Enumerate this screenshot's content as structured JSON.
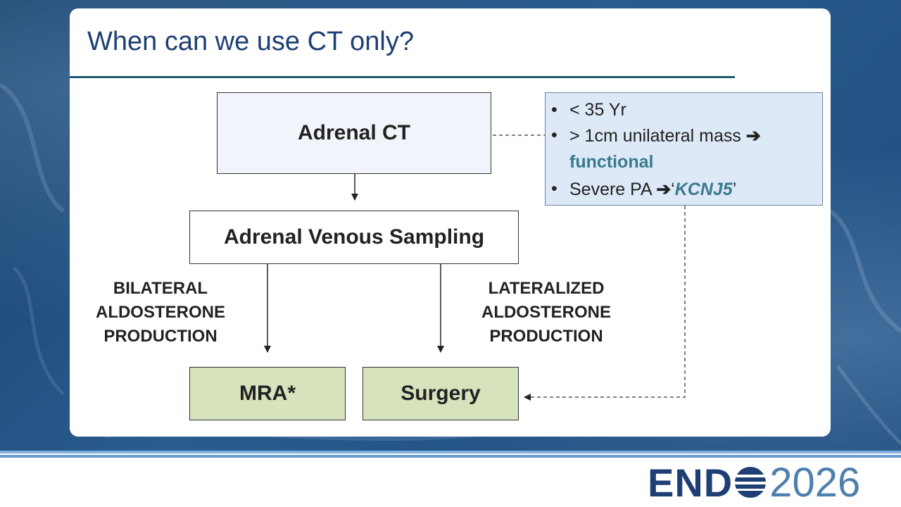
{
  "slide": {
    "title": "When can we use CT only?"
  },
  "flow": {
    "ct": "Adrenal CT",
    "avs": "Adrenal Venous Sampling",
    "mra": "MRA*",
    "surgery": "Surgery",
    "left_branch": [
      "BILATERAL",
      "ALDOSTERONE",
      "PRODUCTION"
    ],
    "right_branch": [
      "LATERALIZED",
      "ALDOSTERONE",
      "PRODUCTION"
    ]
  },
  "criteria": {
    "bullet": "•",
    "item1": "< 35 Yr",
    "item2": "> 1cm unilateral mass",
    "item2_arrow": "➔",
    "item2_result": "functional",
    "item3": "Severe PA ",
    "item3_arrow": "➔",
    "item3_open_quote": "‘",
    "item3_gene": "KCNJ5",
    "item3_close_quote": "’"
  },
  "logo": {
    "brand": "END",
    "year": "2026"
  },
  "colors": {
    "title": "#1e3f73",
    "ct_fill": "#f1f4fb",
    "outcome_fill": "#d6e3bd",
    "criteria_fill": "#dde9f6",
    "accent_teal": "#3a7a8e"
  }
}
